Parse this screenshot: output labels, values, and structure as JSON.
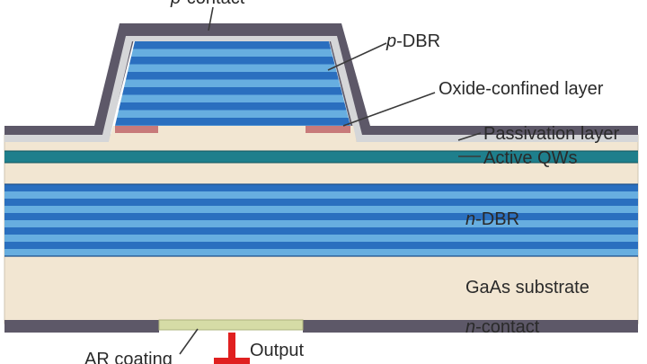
{
  "diagram": {
    "labels": {
      "p_contact": {
        "prefix": "p",
        "suffix": "-contact"
      },
      "p_dbr": {
        "prefix": "p",
        "suffix": "-DBR"
      },
      "oxide": {
        "text": "Oxide-confined layer"
      },
      "passivation": {
        "text": "Passivation layer"
      },
      "active": {
        "text": "Active QWs"
      },
      "n_dbr": {
        "prefix": "n",
        "suffix": "-DBR"
      },
      "substrate": {
        "text": "GaAs substrate"
      },
      "n_contact": {
        "prefix": "n",
        "suffix": "-contact"
      },
      "ar": {
        "text": "AR coating"
      },
      "output": {
        "text": "Output"
      }
    },
    "colors": {
      "contact_metal": "#5d5868",
      "passivation": "#d5d6d8",
      "dbr_dark": "#2a6fbf",
      "dbr_light": "#67aee0",
      "oxide": "#c87a7a",
      "active_qw": "#1e7f8c",
      "substrate": "#f2e6d2",
      "ar_coating": "#d6dca6",
      "output_arrow": "#e02020",
      "leader": "#3a3a3a"
    }
  }
}
